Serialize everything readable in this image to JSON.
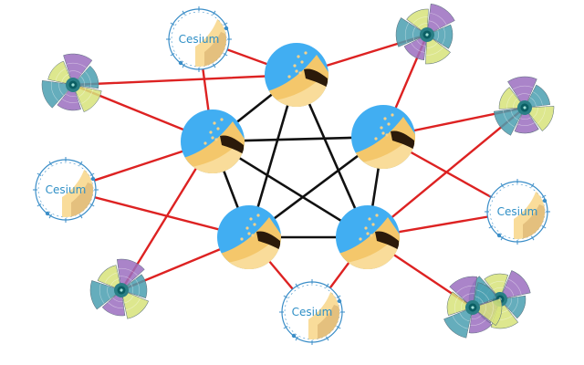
{
  "diagram": {
    "colors": {
      "core_link": "#111111",
      "outer_link": "#dd2222",
      "hub_blue": "#41aef2",
      "hub_blue_dark": "#2c86c9",
      "hub_sand": "#f4c76b",
      "hub_sand_light": "#f9dc9a",
      "hub_ridge": "#2b1a0a",
      "pinwheel_purple": "#9b6fc0",
      "pinwheel_lime": "#d7e37a",
      "pinwheel_teal": "#4a9fb0",
      "pinwheel_center": "#0b5e63",
      "badge_ring": "#3b8ec8",
      "badge_text": "#2f8fc6"
    },
    "hubs": [
      {
        "id": "h1",
        "icon": "cesium-globe-icon",
        "position": "top-center"
      },
      {
        "id": "h2",
        "icon": "cesium-globe-icon",
        "position": "upper-left"
      },
      {
        "id": "h3",
        "icon": "cesium-globe-icon",
        "position": "upper-right"
      },
      {
        "id": "h4",
        "icon": "cesium-globe-icon",
        "position": "lower-left"
      },
      {
        "id": "h5",
        "icon": "cesium-globe-icon",
        "position": "lower-right"
      }
    ],
    "badges": [
      {
        "id": "b1",
        "label": "Cesium"
      },
      {
        "id": "b2",
        "label": "Cesium"
      },
      {
        "id": "b3",
        "label": "Cesium"
      },
      {
        "id": "b4",
        "label": "Cesium"
      }
    ],
    "pinwheels": [
      {
        "id": "p1",
        "icon": "pinwheel-icon"
      },
      {
        "id": "p2",
        "icon": "pinwheel-icon"
      },
      {
        "id": "p3",
        "icon": "pinwheel-icon"
      },
      {
        "id": "p4",
        "icon": "pinwheel-icon"
      },
      {
        "id": "p5",
        "icon": "pinwheel-icon"
      },
      {
        "id": "p6",
        "icon": "pinwheel-icon"
      }
    ],
    "core_links": [
      [
        "h1",
        "h2"
      ],
      [
        "h1",
        "h4"
      ],
      [
        "h1",
        "h5"
      ],
      [
        "h2",
        "h3"
      ],
      [
        "h2",
        "h4"
      ],
      [
        "h2",
        "h5"
      ],
      [
        "h3",
        "h4"
      ],
      [
        "h3",
        "h5"
      ],
      [
        "h4",
        "h5"
      ]
    ],
    "outer_links": [
      [
        "b1",
        "h1"
      ],
      [
        "b1",
        "h2"
      ],
      [
        "p1",
        "h1"
      ],
      [
        "p1",
        "h2"
      ],
      [
        "b2",
        "h2"
      ],
      [
        "b2",
        "h4"
      ],
      [
        "p5",
        "h2"
      ],
      [
        "p5",
        "h4"
      ],
      [
        "b3",
        "h4"
      ],
      [
        "b3",
        "h5"
      ],
      [
        "p2",
        "h1"
      ],
      [
        "p2",
        "h3"
      ],
      [
        "p3",
        "h3"
      ],
      [
        "p3",
        "h5"
      ],
      [
        "b4",
        "h3"
      ],
      [
        "b4",
        "h5"
      ],
      [
        "p6",
        "h5"
      ]
    ]
  }
}
